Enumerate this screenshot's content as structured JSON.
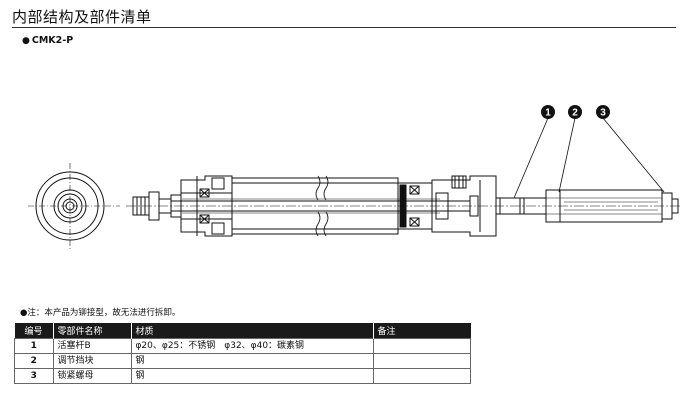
{
  "page": {
    "title": "内部结构及部件清单",
    "model": "CMK2-P",
    "note": "●注：本产品为铆接型，故无法进行拆卸。"
  },
  "callouts": [
    "1",
    "2",
    "3"
  ],
  "table": {
    "headers": [
      "编号",
      "零部件名称",
      "材质",
      "备注"
    ],
    "rows": [
      {
        "no": "1",
        "name": "活塞杆B",
        "material": "φ20、φ25：不锈钢　φ32、φ40：碳素钢",
        "remark": ""
      },
      {
        "no": "2",
        "name": "调节挡块",
        "material": "钢",
        "remark": ""
      },
      {
        "no": "3",
        "name": "锁紧螺母",
        "material": "钢",
        "remark": ""
      }
    ]
  }
}
